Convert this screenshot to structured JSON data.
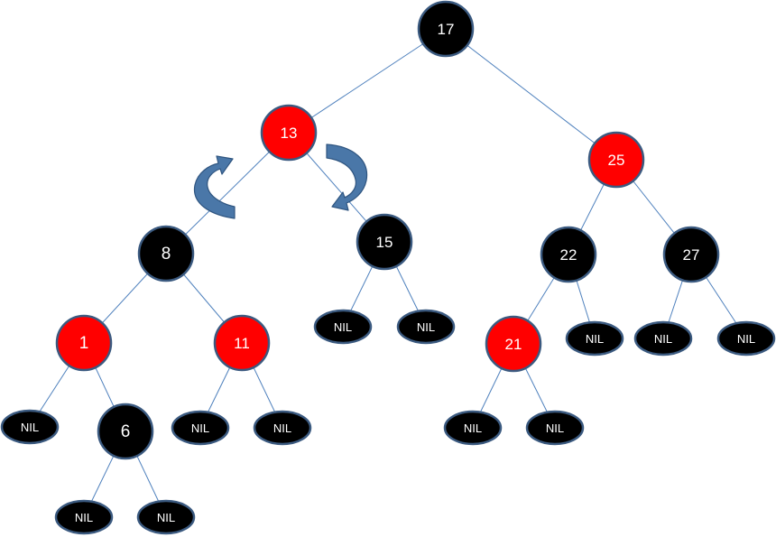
{
  "colors": {
    "red_node": "#ff0000",
    "black_node": "#000000",
    "node_stroke": "#3b5a80",
    "edge": "#4f81bd",
    "arrow_fill": "#4a77a8",
    "arrow_stroke": "#2f5580"
  },
  "tree": {
    "nodes": [
      {
        "id": "n17",
        "label": "17",
        "color": "black"
      },
      {
        "id": "n13",
        "label": "13",
        "color": "red"
      },
      {
        "id": "n25",
        "label": "25",
        "color": "red"
      },
      {
        "id": "n8",
        "label": "8",
        "color": "black"
      },
      {
        "id": "n15",
        "label": "15",
        "color": "black"
      },
      {
        "id": "n22",
        "label": "22",
        "color": "black"
      },
      {
        "id": "n27",
        "label": "27",
        "color": "black"
      },
      {
        "id": "n1",
        "label": "1",
        "color": "red"
      },
      {
        "id": "n11",
        "label": "11",
        "color": "red"
      },
      {
        "id": "n21",
        "label": "21",
        "color": "red"
      },
      {
        "id": "n6",
        "label": "6",
        "color": "black"
      }
    ],
    "nils": [
      {
        "id": "nil15a",
        "label": "NIL"
      },
      {
        "id": "nil15b",
        "label": "NIL"
      },
      {
        "id": "nil22",
        "label": "NIL"
      },
      {
        "id": "nil27a",
        "label": "NIL"
      },
      {
        "id": "nil27b",
        "label": "NIL"
      },
      {
        "id": "nil1",
        "label": "NIL"
      },
      {
        "id": "nil11a",
        "label": "NIL"
      },
      {
        "id": "nil11b",
        "label": "NIL"
      },
      {
        "id": "nil21a",
        "label": "NIL"
      },
      {
        "id": "nil21b",
        "label": "NIL"
      },
      {
        "id": "nil6a",
        "label": "NIL"
      },
      {
        "id": "nil6b",
        "label": "NIL"
      }
    ],
    "edges": [
      [
        "n17",
        "n13"
      ],
      [
        "n17",
        "n25"
      ],
      [
        "n13",
        "n8"
      ],
      [
        "n13",
        "n15"
      ],
      [
        "n25",
        "n22"
      ],
      [
        "n25",
        "n27"
      ],
      [
        "n8",
        "n1"
      ],
      [
        "n8",
        "n11"
      ],
      [
        "n15",
        "nil15a"
      ],
      [
        "n15",
        "nil15b"
      ],
      [
        "n22",
        "n21"
      ],
      [
        "n22",
        "nil22"
      ],
      [
        "n27",
        "nil27a"
      ],
      [
        "n27",
        "nil27b"
      ],
      [
        "n1",
        "nil1"
      ],
      [
        "n1",
        "n6"
      ],
      [
        "n11",
        "nil11a"
      ],
      [
        "n11",
        "nil11b"
      ],
      [
        "n21",
        "nil21a"
      ],
      [
        "n21",
        "nil21b"
      ],
      [
        "n6",
        "nil6a"
      ],
      [
        "n6",
        "nil6b"
      ]
    ],
    "rotation_arrows": [
      {
        "id": "rotate-left-arrow",
        "direction": "counterclockwise"
      },
      {
        "id": "rotate-right-arrow",
        "direction": "clockwise"
      }
    ]
  }
}
